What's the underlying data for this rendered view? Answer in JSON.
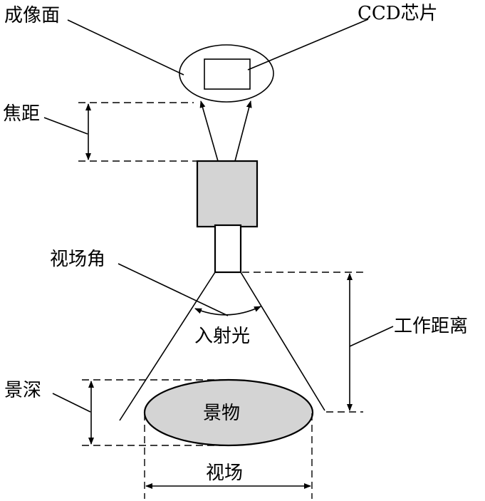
{
  "labels": {
    "image_plane": "成像面",
    "ccd_chip": "CCD芯片",
    "focal_length": "焦距",
    "field_angle": "视场角",
    "incident_light": "入射光",
    "working_distance": "工作距离",
    "depth_of_field": "景深",
    "object": "景物",
    "field_of_view": "视场"
  },
  "colors": {
    "stroke": "#000000",
    "fill_gray": "#d4d4d4",
    "background": "#ffffff"
  }
}
